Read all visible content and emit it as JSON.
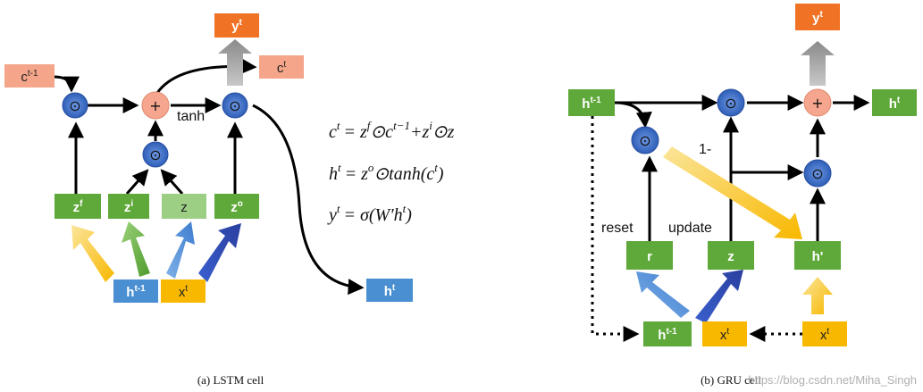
{
  "lstm": {
    "c_prev": {
      "base": "c",
      "sup": "t-1"
    },
    "c_out": {
      "base": "c",
      "sup": "t"
    },
    "y_out": {
      "base": "y",
      "sup": "t"
    },
    "zf": {
      "base": "z",
      "sup": "f"
    },
    "zi": {
      "base": "z",
      "sup": "i"
    },
    "z": {
      "base": "z",
      "sup": ""
    },
    "zo": {
      "base": "z",
      "sup": "o"
    },
    "h_prev": {
      "base": "h",
      "sup": "t-1"
    },
    "x_in": {
      "base": "x",
      "sup": "t"
    },
    "h_out": {
      "base": "h",
      "sup": "t"
    },
    "tanh_label": "tanh",
    "plus_symbol": "+",
    "mult_symbol": "⊙",
    "caption": "(a)  LSTM cell"
  },
  "equations": {
    "eq1": {
      "lhs": "c",
      "lhs_sup": "t",
      "body": "= z",
      "t1": "f",
      "mid1": "⊙c",
      "t2": "t−1",
      "mid2": "+z",
      "t3": "i",
      "end": "⊙z"
    },
    "eq2": {
      "lhs": "h",
      "lhs_sup": "t",
      "body": "= z",
      "t1": "o",
      "mid": "⊙tanh(c",
      "t2": "t",
      "end": ")"
    },
    "eq3": {
      "lhs": "y",
      "lhs_sup": "t",
      "body": "= σ(W′h",
      "t1": "t",
      "end": ")"
    }
  },
  "gru": {
    "h_prev_top": {
      "base": "h",
      "sup": "t-1"
    },
    "h_out": {
      "base": "h",
      "sup": "t"
    },
    "y_out": {
      "base": "y",
      "sup": "t"
    },
    "r": "r",
    "z": "z",
    "h_prime": "h'",
    "h_prev_bottom": {
      "base": "h",
      "sup": "t-1"
    },
    "x_mid": {
      "base": "x",
      "sup": "t"
    },
    "x_right": {
      "base": "x",
      "sup": "t"
    },
    "reset_label": "reset",
    "update_label": "update",
    "one_minus_label": "1-",
    "caption": "(b)  GRU cell"
  },
  "watermark": "https://blog.csdn.net/Miha_Singh",
  "colors": {
    "green": "#5fa83a",
    "light_green": "#9ccf84",
    "salmon": "#f4a58a",
    "orange": "#f07325",
    "blue_box": "#4a8fd2",
    "yellow_box": "#f8b800",
    "circle_blue": "#3568c4",
    "circle_salmon": "#f6a68e",
    "arrow_yellow": "#f8c11a",
    "arrow_green": "#63a83e",
    "arrow_blue": "#4a8fd2",
    "arrow_darkblue": "#2f4fb8",
    "arrow_gray": "#9a9a9a"
  }
}
